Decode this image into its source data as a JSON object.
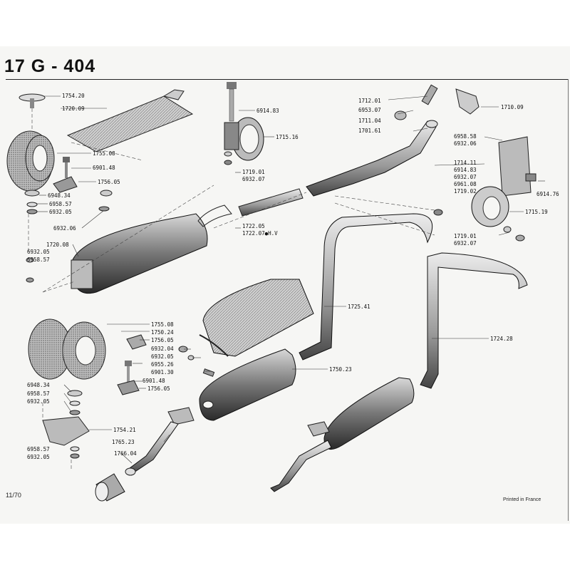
{
  "title": "17 G - 404",
  "page": "11/70",
  "printed": "Printed in France",
  "labels": {
    "l1754_20": "1754.20",
    "l1720_09": "1720.09",
    "l1755_08a": "1755.08",
    "l6901_48a": "6901.48",
    "l1756_05a": "1756.05",
    "l6948_34a": "6948.34",
    "l6958_57a": "6958.57",
    "l6932_05a": "6932.05",
    "l6932_06": "6932.06",
    "l1720_08": "1720.08",
    "l6932_05b": "6932.05",
    "l6958_57b": "6958.57",
    "l6914_83a": "6914.83",
    "l1715_16": "1715.16",
    "l1719_01a": "1719.01",
    "l6932_07a": "6932.07",
    "l1722_05": "1722.05",
    "l1722_07": "1722.07●H.V",
    "l1712_01": "1712.01",
    "l6953_07": "6953.07",
    "l1711_04": "1711.04",
    "l1701_61": "1701.61",
    "l1710_09": "1710.09",
    "l6958_58": "6958.58",
    "l6932_06b": "6932.06",
    "l1714_11": "1714.11",
    "l6914_83b": "6914.83",
    "l6932_07b": "6932.07",
    "l6961_08": "6961.08",
    "l1719_02": "1719.02",
    "l6914_76": "6914.76",
    "l1715_19": "1715.19",
    "l1719_01b": "1719.01",
    "l6932_07c": "6932.07",
    "l1725_41": "1725.41",
    "l1724_28": "1724.28",
    "l1755_08b": "1755.08",
    "l1750_24": "1750.24",
    "l1756_05b": "1756.05",
    "l6932_04": "6932.04",
    "l6932_05c": "6932.05",
    "l6955_26": "6955.26",
    "l6901_30": "6901.30",
    "l6901_48b": "6901.48",
    "l1756_05c": "1756.05",
    "l6948_34b": "6948.34",
    "l6958_57c": "6958.57",
    "l6932_05d": "6932.05",
    "l1754_21": "1754.21",
    "l1765_23": "1765.23",
    "l1766_04": "1766.04",
    "l6958_57d": "6958.57",
    "l6932_05e": "6932.05",
    "l1750_23": "1750.23"
  }
}
